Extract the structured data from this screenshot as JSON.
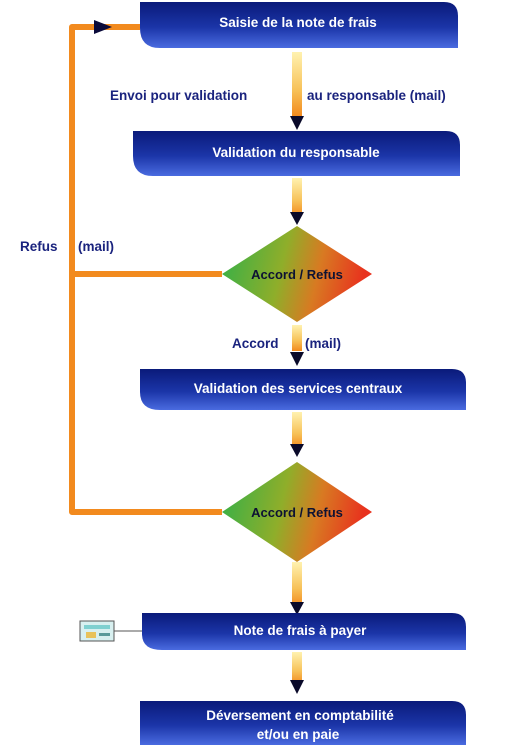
{
  "steps": {
    "saisie": "Saisie de la note de frais",
    "validation_responsable": "Validation du responsable",
    "validation_services": "Validation des services centraux",
    "note_a_payer": "Note de frais à payer",
    "deversement_line1": "Déversement en comptabilité",
    "deversement_line2": "et/ou en paie"
  },
  "decisions": {
    "first": "Accord / Refus",
    "second": "Accord / Refus"
  },
  "labels": {
    "envoi_part1": "Envoi pour validation",
    "envoi_part2": "au responsable (mail)",
    "refus": "Refus",
    "refus_mail": "(mail)",
    "accord": "Accord",
    "accord_mail": "(mail)"
  },
  "colors": {
    "box_dark": "#0a1a7a",
    "box_light": "#3d5fd6",
    "connector": "#f28a1e",
    "diamond_green": "#33b24a",
    "diamond_red": "#e8321e",
    "label_text": "#1a237e"
  }
}
